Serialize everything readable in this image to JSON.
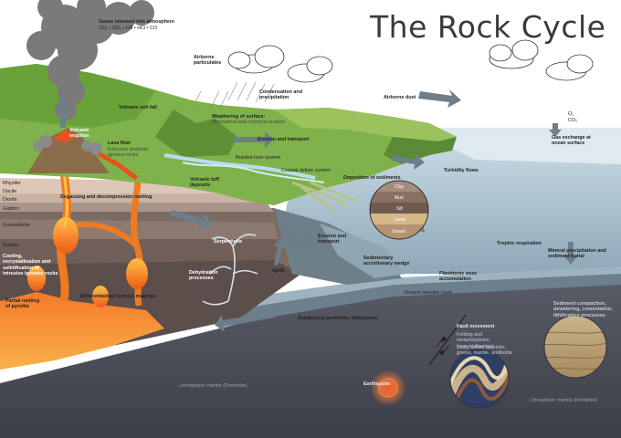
{
  "title": "The Rock Cycle",
  "labels": {
    "gases_released": "Gases released into atmosphere",
    "gases_formula": "CO₂ • SO₂ • HS • HCl • CO",
    "airborne_particulates": "Airborne particulates",
    "condensation": "Condensation and precipitation",
    "airborne_dust": "Airborne dust",
    "gas_exchange": "Gas exchange at ocean surface",
    "o2": "O₂",
    "co2": "CO₂",
    "volcanic_ash_fall": "Volcanic ash fall",
    "weathering": "Weathering of surface:",
    "weathering_sub": "Mechanical and chemical erosion",
    "erosion_transport_top": "Erosion and transport",
    "braided_river": "Braided river system",
    "coastal_deltaic": "Coastal deltaic system",
    "deposition": "Deposition of sediments",
    "turbidity": "Turbidity flows",
    "volcanic_eruption": "Volcanic eruption",
    "lava_flow": "Lava flow",
    "lava_flow_sub": "Extrusive andesitic igneous rocks",
    "volcanic_tuff": "Volcanic tuff deposits",
    "degassing": "Degassing and decompression melting",
    "rhyolite": "Rhyolite",
    "dacite": "Dacite",
    "diorite": "Diorite",
    "gabbro": "Gabbro",
    "granodiorite": "Granodiorite",
    "granite": "Granite",
    "cooling": "Cooling, recrystallisation and solidification of intrusive igneous rocks",
    "partial_melting": "Partial melting of pyrolite",
    "differentiating": "Differentiating hydrous magmas",
    "serpentinite": "Serpentinite",
    "dehydration": "Dehydration processes",
    "uplift": "Uplift",
    "erosion_transport_mid": "Erosion and transport",
    "sedimentary_wedge": "Sedimentary accretionary wedge",
    "planktonic": "Planktonic ooze accumulation",
    "trophic": "Trophic respiration",
    "mineral_precip": "Mineral precipitation and sediment burial",
    "oceanic_crust": "Oceanic basaltic crust",
    "subducting": "Subducting peridotitic lithosphere",
    "fault_movement": "Fault movement",
    "fault_sub1": "Folding and metamorphism (recrystallisation)",
    "fault_sub2": "Slate, schist, quartzite, gneiss, marble, amfibolite",
    "sediment_compaction": "Sediment compaction, dewatering, cementation, lithification processes",
    "earthquake": "Earthquake",
    "mantle_left": "Lithospheric mantle (Peridotite)",
    "mantle_right": "Lithospheric mantle (Peridotite)"
  },
  "sediment_layers": [
    "Clay",
    "Mud",
    "Silt",
    "Sand",
    "Gravel"
  ],
  "colors": {
    "sky": "#ffffff",
    "ocean": "#b9d3df",
    "deep_ocean": "#8fa9b8",
    "land_green": "#7fb24a",
    "land_dark": "#5d8f34",
    "crust_brown": "#6b5a52",
    "mantle": "#4a4c58",
    "magma": "#f2741f",
    "magma_light": "#ffb347",
    "smoke": "#7a7a7a"
  }
}
